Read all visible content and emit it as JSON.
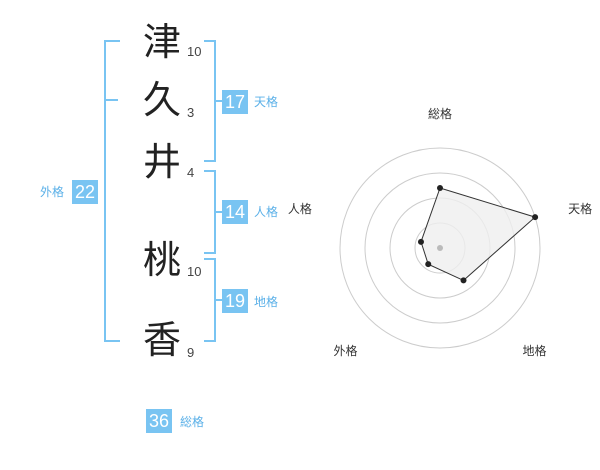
{
  "name": {
    "chars": [
      {
        "char": "津",
        "strokes": "10"
      },
      {
        "char": "久",
        "strokes": "3"
      },
      {
        "char": "井",
        "strokes": "4"
      },
      {
        "char": "桃",
        "strokes": "10"
      },
      {
        "char": "香",
        "strokes": "9"
      }
    ]
  },
  "kaku": {
    "tenkaku": {
      "value": "17",
      "label": "天格"
    },
    "jinkaku": {
      "value": "14",
      "label": "人格"
    },
    "chikaku": {
      "value": "19",
      "label": "地格"
    },
    "gaikaku": {
      "value": "22",
      "label": "外格"
    },
    "soukaku": {
      "value": "36",
      "label": "総格"
    }
  },
  "chart_data": {
    "type": "radar",
    "axes": [
      "総格",
      "天格",
      "地格",
      "外格",
      "人格"
    ],
    "values": [
      3,
      5,
      2,
      1,
      1
    ],
    "rmax": 5,
    "rings": 4,
    "colors": {
      "fill": "#efefef",
      "stroke": "#333333",
      "ring": "#cccccc",
      "point": "#222222"
    }
  },
  "colors": {
    "accent": "#79c4f2",
    "accent_text": "#5ab0e8"
  }
}
